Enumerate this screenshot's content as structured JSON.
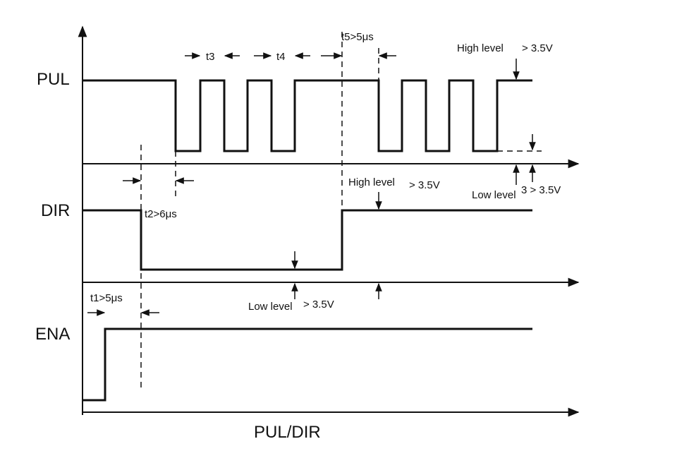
{
  "signals": {
    "pul": "PUL",
    "dir": "DIR",
    "ena": "ENA"
  },
  "x_axis_label": "PUL/DIR",
  "timings": {
    "t1": "t1>5μs",
    "t2": "t2>6μs",
    "t3": "t3",
    "t4": "t4",
    "t5": "t5>5μs"
  },
  "levels": {
    "pul_high": "High level",
    "pul_high_value": "> 3.5V",
    "pul_low": "Low level",
    "pul_low_value": "3 > 3.5V",
    "dir_high": "High level",
    "dir_high_value": "> 3.5V",
    "dir_low": "Low level",
    "dir_low_value": "> 3.5V"
  }
}
